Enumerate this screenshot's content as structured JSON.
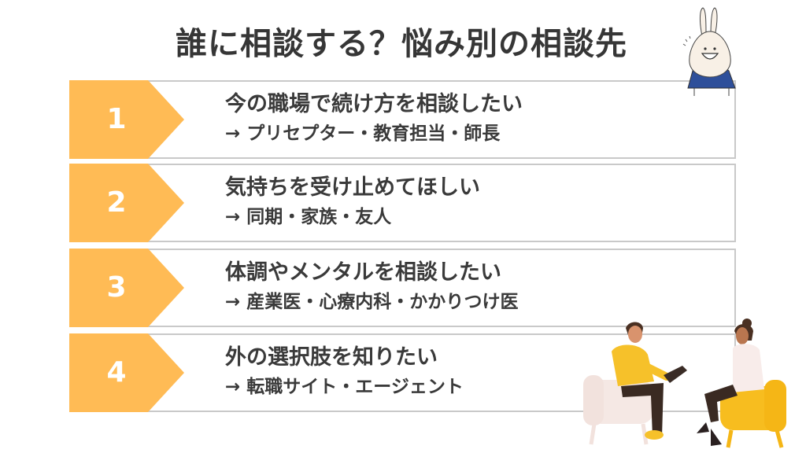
{
  "title": "誰に相談する？悩み別の相談先",
  "colors": {
    "accent": "#ffbb55",
    "border": "#c9c9c9",
    "text": "#363636"
  },
  "rows": [
    {
      "number": "1",
      "concern": "今の職場で続け方を相談したい",
      "contacts": "→ プリセプター・教育担当・師長"
    },
    {
      "number": "2",
      "concern": "気持ちを受け止めてほしい",
      "contacts": "→ 同期・家族・友人"
    },
    {
      "number": "3",
      "concern": "体調やメンタルを相談したい",
      "contacts": "→ 産業医・心療内科・かかりつけ医"
    },
    {
      "number": "4",
      "concern": "外の選択肢を知りたい",
      "contacts": "→ 転職サイト・エージェント"
    }
  ],
  "illustrations": {
    "mascot": "rabbit-mascot-icon",
    "counseling": "counseling-session-illustration"
  }
}
